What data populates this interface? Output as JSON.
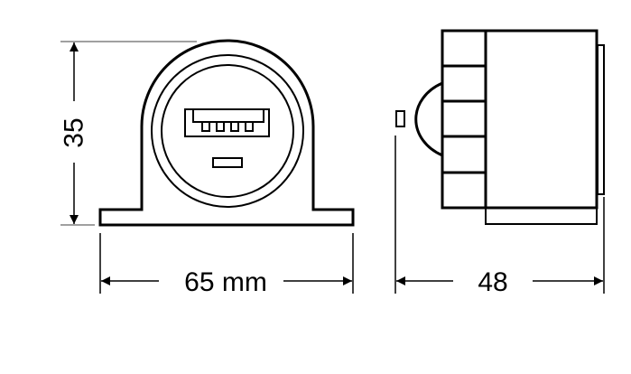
{
  "diagram": {
    "title": "Dimension drawing of USB socket housing",
    "views": [
      {
        "name": "front-view",
        "features": [
          "housing-arch",
          "outer-ring",
          "inner-ring",
          "usb-port",
          "indicator-slot",
          "mounting-base"
        ]
      },
      {
        "name": "side-view",
        "features": [
          "front-segmented-block",
          "dome-cap",
          "nub",
          "main-body",
          "rear-plate",
          "bottom-lip"
        ]
      }
    ],
    "dimensions": {
      "height": {
        "label": "35",
        "value": 35
      },
      "width": {
        "label": "65 mm",
        "value": 65,
        "unit": "mm"
      },
      "depth": {
        "label": "48",
        "value": 48
      }
    },
    "colors": {
      "line": "#000000",
      "extension_line": "#808080",
      "background": "#ffffff"
    }
  }
}
